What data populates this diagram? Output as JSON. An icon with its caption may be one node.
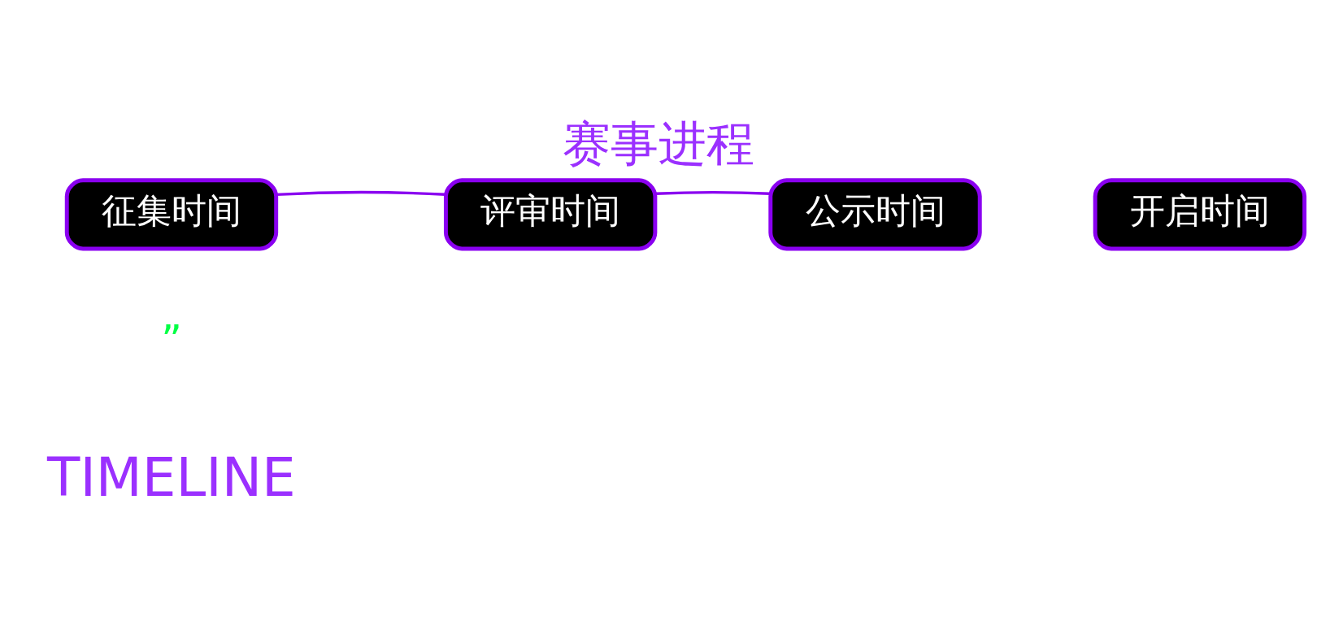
{
  "diagram": {
    "title": "赛事进程",
    "nodes": [
      {
        "text": [
          "征集时间"
        ]
      },
      {
        "text": [
          "评审时间"
        ]
      },
      {
        "text": [
          "公示时间"
        ]
      },
      {
        "text": [
          "开启时间"
        ]
      }
    ],
    "edges": [
      {
        "from": 0,
        "to": 1,
        "arrow": "none"
      },
      {
        "from": 1,
        "to": 2,
        "arrow": "none"
      }
    ],
    "labels": [
      "TIMELINE",
      "”"
    ]
  }
}
